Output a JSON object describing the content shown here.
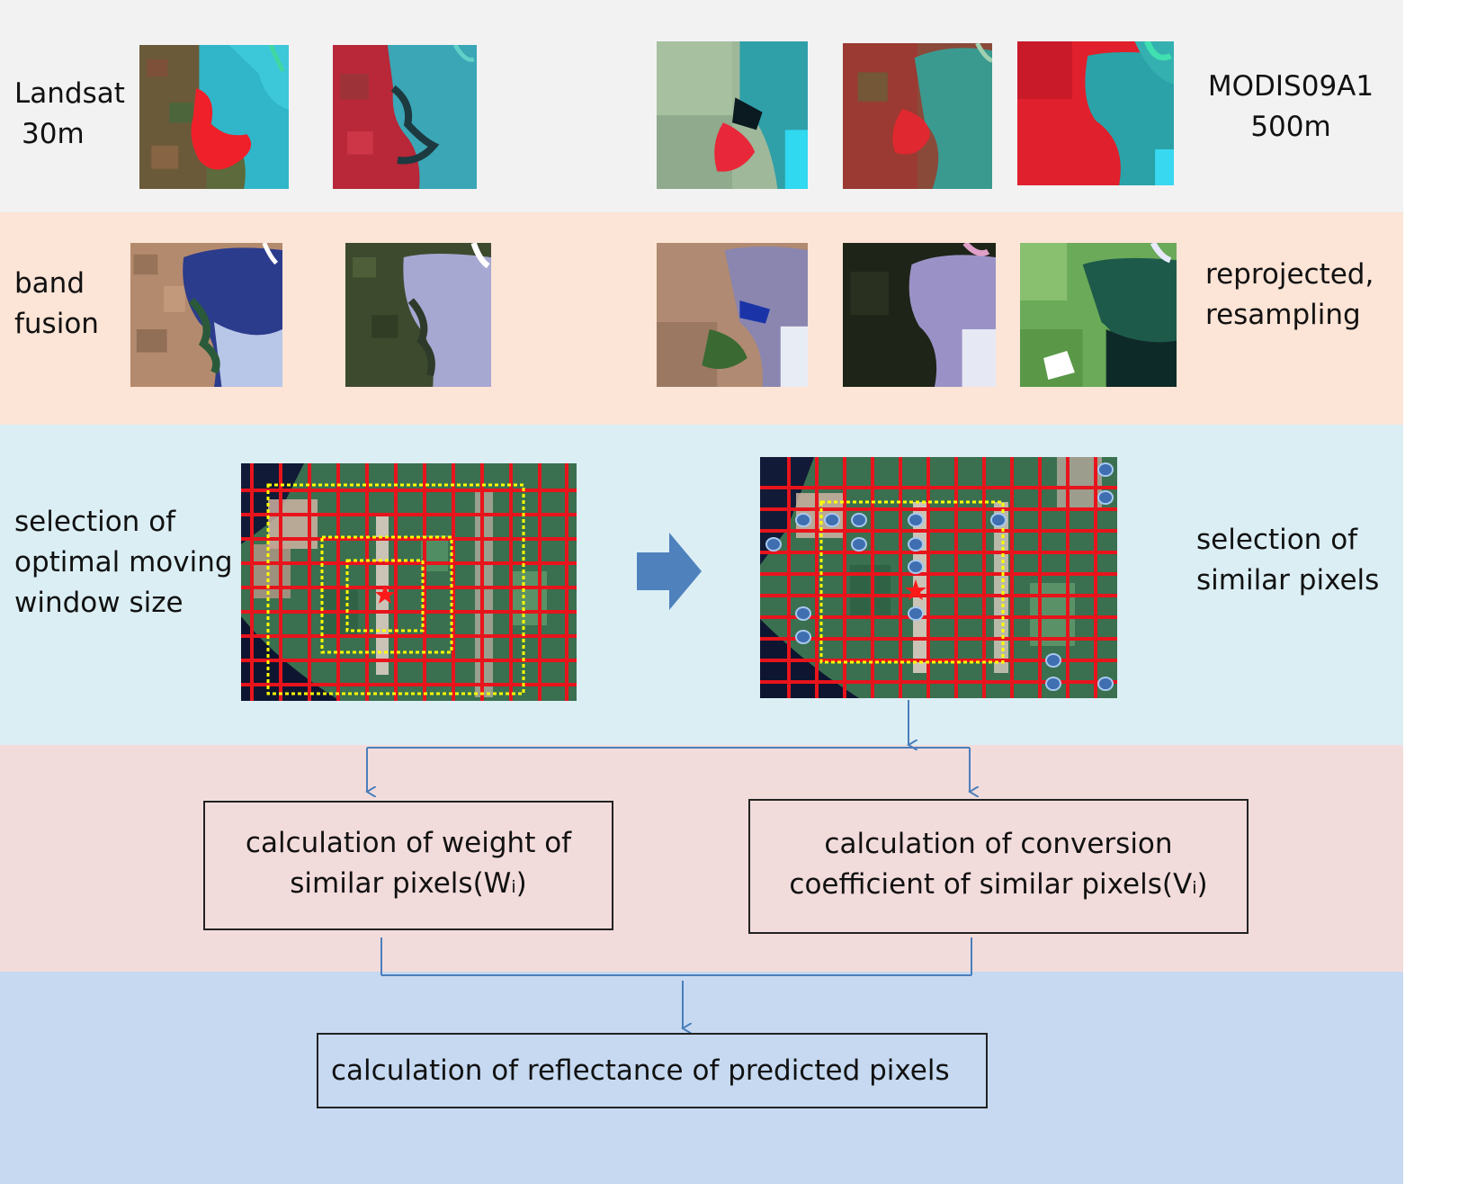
{
  "rows": {
    "row1": {
      "left_label": [
        "Landsat",
        "30m"
      ],
      "right_label": [
        "MODIS09A1",
        "500m"
      ],
      "color": "#f2f2f2"
    },
    "row2": {
      "left_label": [
        "band",
        "fusion"
      ],
      "right_label": [
        "reprojected,",
        "resampling"
      ],
      "color": "#fce4d6"
    },
    "row3": {
      "left_label": [
        "selection of",
        "optimal moving",
        "window size"
      ],
      "right_label": [
        "selection of",
        "similar pixels"
      ],
      "color": "#dbeef4"
    },
    "row4": {
      "box_left": {
        "line1": "calculation of weight of",
        "line2_main": "similar pixels(W",
        "line2_sub": "i",
        "line2_end": ")"
      },
      "box_right": {
        "line1": "calculation of conversion",
        "line2_main": "coefficient of similar pixels(V",
        "line2_sub": "i",
        "line2_end": ")"
      },
      "color": "#f2dcdb"
    },
    "row5": {
      "box": "calculation of reflectance of predicted pixels",
      "color": "#c6d9f1"
    }
  },
  "colors": {
    "grid_line": "#e8141c",
    "window_border": "#ffff00",
    "flow_line": "#4a7ebb",
    "big_arrow": "#4f81bd",
    "dots": "#3f6fb0"
  }
}
